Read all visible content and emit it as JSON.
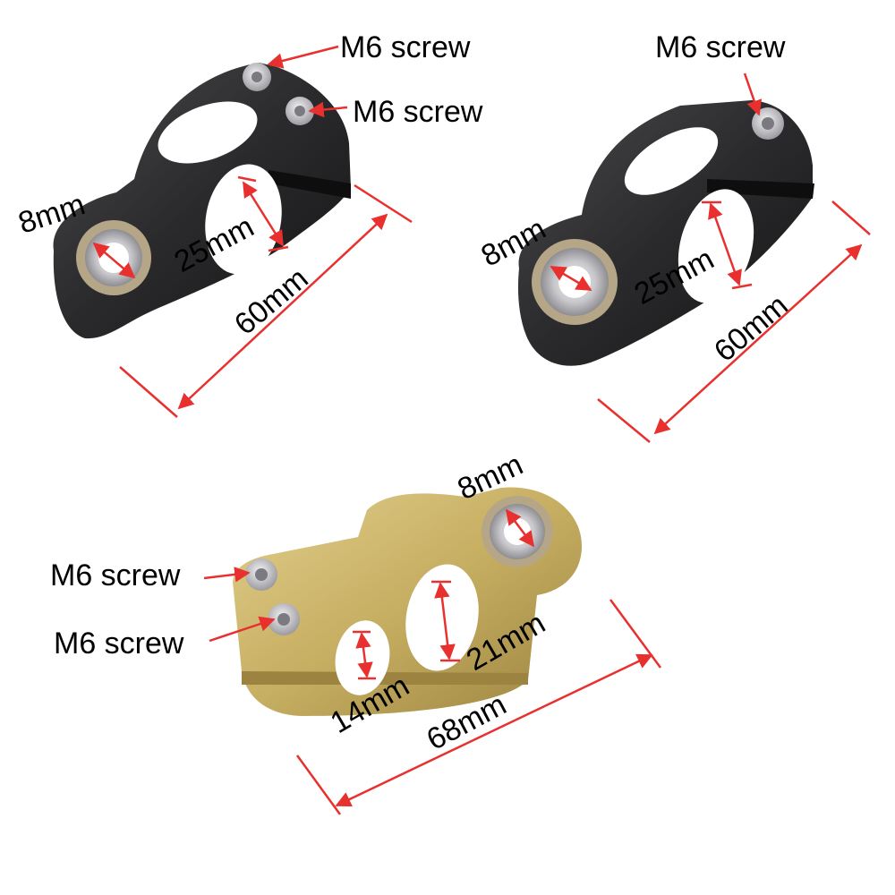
{
  "colors": {
    "annotation": "#e8312f",
    "black_part": "#2e2e30",
    "gold_part": "#c9b46a",
    "bearing_race": "#b4a687",
    "bearing_inner": "#d8d8dc",
    "screw": "#cfcfd3",
    "background": "#ffffff"
  },
  "parts": [
    {
      "name": "black clamp (left view)",
      "labels": {
        "screw_top": "M6 screw",
        "screw_right": "M6 screw",
        "bearing": "8mm",
        "bore": "25mm",
        "length": "60mm"
      }
    },
    {
      "name": "black clamp (right view)",
      "labels": {
        "screw": "M6 screw",
        "bearing": "8mm",
        "bore": "25mm",
        "length": "60mm"
      }
    },
    {
      "name": "gold clamp",
      "labels": {
        "screw_top": "M6 screw",
        "screw_bottom": "M6 screw",
        "bearing": "8mm",
        "bore_large": "21mm",
        "bore_small": "14mm",
        "length": "68mm"
      }
    }
  ]
}
